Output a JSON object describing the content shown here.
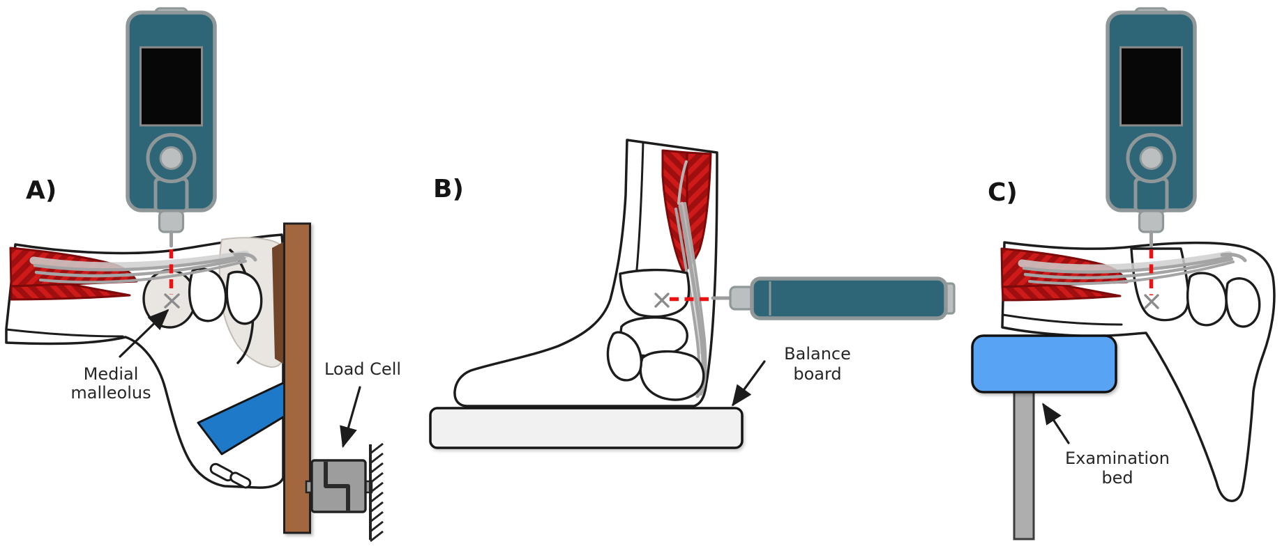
{
  "figure": {
    "type": "experimental-setup-diagram",
    "panels": {
      "a": {
        "label": "A)",
        "caption_medial_line1": "Medial",
        "caption_medial_line2": "malleolus",
        "caption_load_cell": "Load Cell"
      },
      "b": {
        "label": "B)",
        "caption_balance_line1": "Balance",
        "caption_balance_line2": "board"
      },
      "c": {
        "label": "C)",
        "caption_exam_line1": "Examination",
        "caption_exam_line2": "bed"
      }
    },
    "icons": {
      "algometer_vertical": "pressure-algometer-device",
      "algometer_horizontal": "pressure-algometer-device",
      "target_cross": "x-target-mark",
      "target_line": "red-dashed-measurement-line"
    },
    "colors": {
      "device_teal": "#2e6577",
      "device_gray": "#bcbfbf",
      "device_outline": "#8f9798",
      "screen_black": "#070707",
      "muscle_red_dark": "#a00f0f",
      "muscle_red_stripe": "#cf1a1a",
      "muscle_outline": "#7c0a0a",
      "tendon_gray": "#a4a4a4",
      "tendon_lite": "#cfcfcf",
      "hindfoot_beige": "#e9e5e1",
      "hindfoot_edge": "#c2bcb5",
      "outline_black": "#1c1c1c",
      "board_brown": "#a2673f",
      "board_shadow_brown": "#70452a",
      "strap_blue": "#1e7ac9",
      "load_cell_gray": "#9d9d9d",
      "balance_board_gray": "#f1f1f1",
      "bed_pad_blue": "#58a3f3",
      "bed_post_gray": "#aeaeae",
      "target_red": "#ee1111",
      "x_mark_gray": "#8b8b8b"
    }
  }
}
